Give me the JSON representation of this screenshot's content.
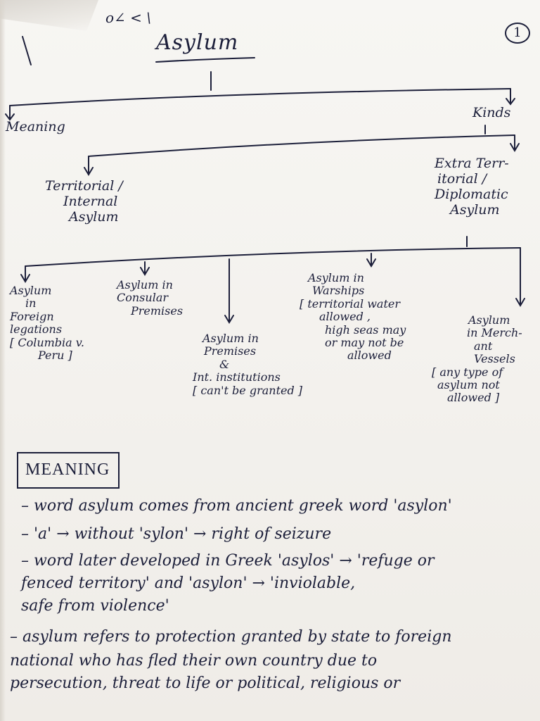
{
  "header": {
    "top_scribble": "o∠ < \\",
    "title": "Asylum",
    "page_number": "1"
  },
  "tree": {
    "meaning": "Meaning",
    "kinds": "Kinds",
    "territorial": [
      "Territorial /",
      "Internal",
      "Asylum"
    ],
    "extra_territorial": [
      "Extra Terr-",
      "itorial /",
      "Diplomatic",
      "Asylum"
    ],
    "leaf1": [
      "Asylum",
      "in",
      "Foreign",
      "legations",
      "[ Columbia v.",
      "Peru ]"
    ],
    "leaf2": [
      "Asylum in",
      "Consular",
      "Premises"
    ],
    "leaf3": [
      "Asylum in",
      "Premises",
      "&",
      "Int. institutions",
      "[ can't be granted ]"
    ],
    "leaf4": [
      "Asylum in",
      "Warships",
      "[ territorial water",
      "allowed ,",
      "high seas may",
      "or may not be",
      "allowed"
    ],
    "leaf5": [
      "Asylum",
      "in Merch-",
      "ant",
      "Vessels",
      "[ any type of",
      "asylum not",
      "allowed ]"
    ]
  },
  "meaning_section": {
    "heading": "MEANING",
    "lines": [
      "– word asylum comes from ancient greek word 'asylon'",
      "– 'a' → without 'sylon' → right of seizure",
      "– word later developed in Greek 'asylos' → 'refuge or",
      "  fenced territory' and 'asylon' → 'inviolable,",
      "  safe from violence'",
      "– asylum refers to protection granted by state to foreign",
      "  national who has fled their own country due to",
      "  persecution, threat to life or political, religious or"
    ]
  },
  "colors": {
    "ink": "#1c1f3a",
    "paper": "#f4f2ee"
  }
}
